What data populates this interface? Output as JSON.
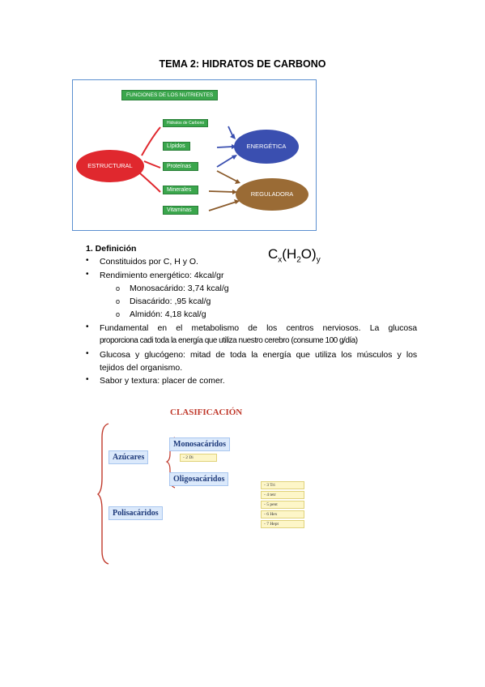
{
  "title": "TEMA 2: HIDRATOS DE CARBONO",
  "diagram": {
    "header": "FUNCIONES DE LOS NUTRIENTES",
    "estructural": "ESTRUCTURAL",
    "energetica": "ENERGÉTICA",
    "reguladora": "REGULADORA",
    "nutrients": [
      "Hidratos de Carbono",
      "Lípidos",
      "Proteínas",
      "Minerales",
      "Vitaminas"
    ],
    "colors": {
      "green": "#3aa64c",
      "red": "#e0282e",
      "blue": "#3a4fb0",
      "brown": "#8a5a2a"
    }
  },
  "section": {
    "heading": "1.   Definición",
    "formula": {
      "base": "C",
      "x": "x",
      "mid": "(H",
      "two": "2",
      "end": "O)",
      "y": "y"
    },
    "bullets": [
      "Constituidos por C, H y O.",
      "Rendimiento energético: 4kcal/gr",
      "Fundamental en el metabolismo de los centros nerviosos. La glucosa",
      "proporciona cadi toda la energía que utiliza nuestro cerebro (consume 100 g/día)",
      "Glucosa y glucógeno: mitad de toda la energía que utiliza los músculos y los",
      "tejidos del organismo.",
      "Sabor y textura: placer de comer."
    ],
    "sub": [
      "Monosacárido: 3,74 kcal/g",
      "Disacárido: ,95 kcal/g",
      "Almidón: 4,18 kcal/g"
    ],
    "bullet_char": "•",
    "sub_char": "o"
  },
  "classification": {
    "title": "CLASIFICACIÓN",
    "azucares": "Azúcares",
    "mono": "Monosacáridos",
    "di": "- 2   Di",
    "oligo": "Oligosacáridos",
    "poli": "Polisacáridos",
    "list": [
      "- 3   Tri",
      "- 4   tetr",
      "- 5   pent",
      "- 6   Hex",
      "- 7   Hept"
    ]
  }
}
